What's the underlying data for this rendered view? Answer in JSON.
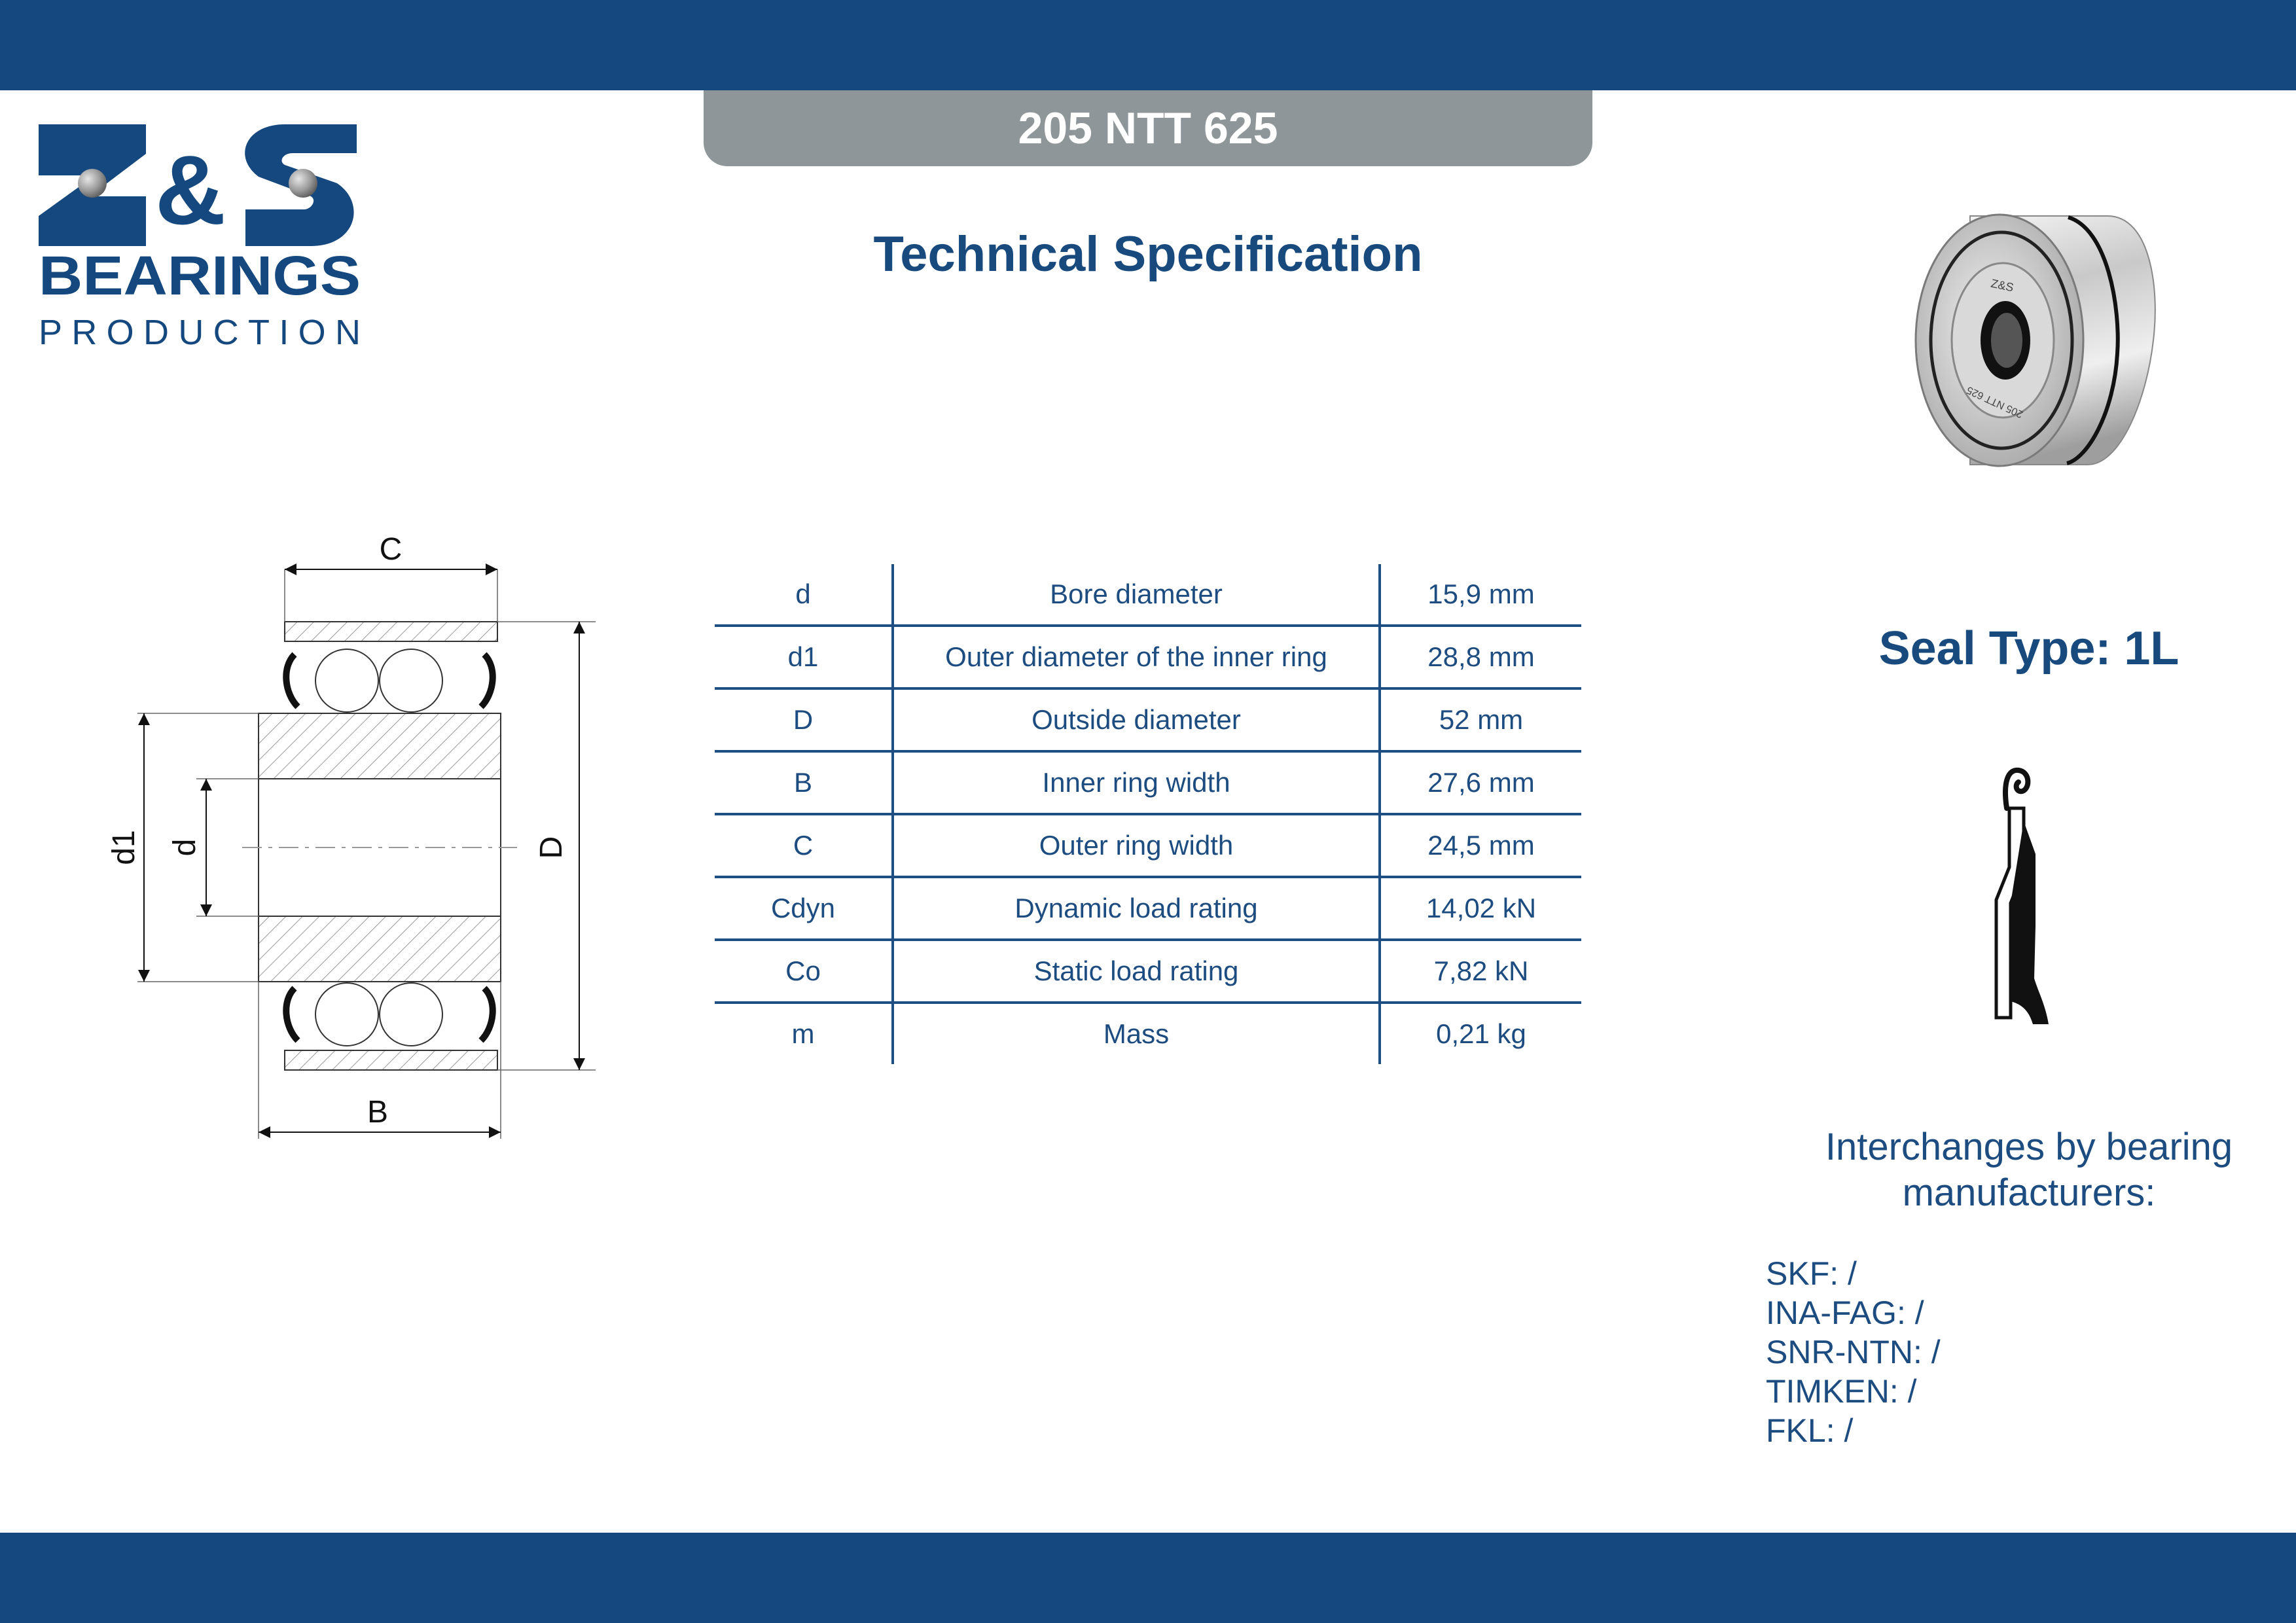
{
  "product_code": "205 NTT 625",
  "heading": "Technical Specification",
  "logo": {
    "brand": "Z&S",
    "line1": "BEARINGS",
    "line2": "PRODUCTION"
  },
  "drawing": {
    "labels": {
      "C": "C",
      "B": "B",
      "D": "D",
      "d": "d",
      "d1": "d1"
    }
  },
  "product_image": {
    "engraving": "205 NTT 625",
    "brand_mark": "Z&S"
  },
  "specs": [
    {
      "symbol": "d",
      "name": "Bore diameter",
      "value": "15,9 mm"
    },
    {
      "symbol": "d1",
      "name": "Outer diameter of the inner ring",
      "value": "28,8 mm"
    },
    {
      "symbol": "D",
      "name": "Outside diameter",
      "value": "52 mm"
    },
    {
      "symbol": "B",
      "name": "Inner ring width",
      "value": "27,6 mm"
    },
    {
      "symbol": "C",
      "name": "Outer ring width",
      "value": "24,5 mm"
    },
    {
      "symbol": "Cdyn",
      "name": "Dynamic load rating",
      "value": "14,02 kN"
    },
    {
      "symbol": "Co",
      "name": "Static load rating",
      "value": "7,82 kN"
    },
    {
      "symbol": "m",
      "name": "Mass",
      "value": "0,21 kg"
    }
  ],
  "seal_type": "Seal Type: 1L",
  "interchanges": {
    "title_line1": "Interchanges by bearing",
    "title_line2": "manufacturers:",
    "items": [
      "SKF: /",
      "INA-FAG: /",
      "SNR-NTN: /",
      "TIMKEN: /",
      "FKL: /"
    ]
  },
  "colors": {
    "brand_blue": "#15487e",
    "tab_gray": "#8f9699",
    "text_blue": "#1d4c80"
  }
}
